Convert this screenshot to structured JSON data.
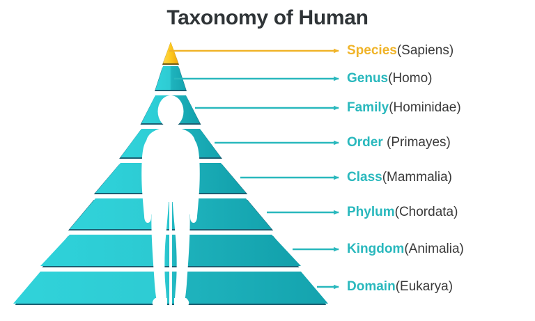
{
  "title": "Taxonomy of Human",
  "colors": {
    "title": "#2f3437",
    "teal_label": "#29b8bd",
    "yellow_label": "#f0b429",
    "teal_light": "#2ed0d8",
    "teal_dark": "#159fa8",
    "yellow_light": "#ffd52e",
    "yellow_dark": "#f0a91a",
    "divider": "#113f4f",
    "background": "#ffffff",
    "silhouette": "#ffffff"
  },
  "chart_data": {
    "type": "pyramid",
    "title": "Taxonomy of Human",
    "orientation": "apex-up",
    "levels_top_to_bottom": 8,
    "legend_position": "right",
    "ranks": [
      {
        "rank": "Species",
        "taxon": "(Sapiens)",
        "level": 1,
        "accent": true,
        "arrow_color": "#f0b429",
        "tier_color": "yellow"
      },
      {
        "rank": "Genus",
        "taxon": "(Homo)",
        "level": 2,
        "accent": false,
        "arrow_color": "#29b8bd",
        "tier_color": "teal"
      },
      {
        "rank": "Family",
        "taxon": "(Hominidae)",
        "level": 3,
        "accent": false,
        "arrow_color": "#29b8bd",
        "tier_color": "teal"
      },
      {
        "rank": "Order ",
        "taxon": "(Primayes)",
        "level": 4,
        "accent": false,
        "arrow_color": "#29b8bd",
        "tier_color": "teal"
      },
      {
        "rank": "Class",
        "taxon": "(Mammalia)",
        "level": 5,
        "accent": false,
        "arrow_color": "#29b8bd",
        "tier_color": "teal"
      },
      {
        "rank": "Phylum",
        "taxon": "(Chordata)",
        "level": 6,
        "accent": false,
        "arrow_color": "#29b8bd",
        "tier_color": "teal"
      },
      {
        "rank": "Kingdom",
        "taxon": "(Animalia)",
        "level": 7,
        "accent": false,
        "arrow_color": "#29b8bd",
        "tier_color": "teal"
      },
      {
        "rank": "Domain",
        "taxon": "(Eukarya)",
        "level": 8,
        "accent": false,
        "arrow_color": "#29b8bd",
        "tier_color": "teal"
      }
    ],
    "annotations": {
      "silhouette": "human-figure"
    }
  }
}
